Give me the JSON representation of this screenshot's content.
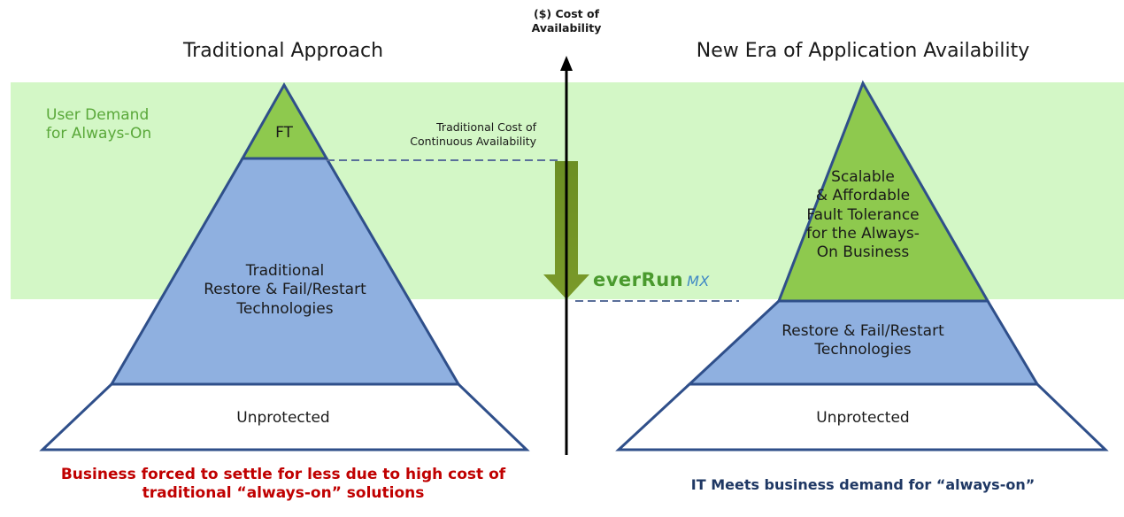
{
  "axis": {
    "label_line1": "($) Cost of",
    "label_line2": "Availability"
  },
  "user_demand": {
    "line1": "User Demand",
    "line2": "for Always-On"
  },
  "left": {
    "title": "Traditional Approach",
    "tiers": {
      "top": "FT",
      "middle": [
        "Traditional",
        "Restore & Fail/Restart",
        "Technologies"
      ],
      "bottom": "Unprotected"
    },
    "caption": [
      "Business forced to settle for less due to high cost of",
      "traditional “always-on” solutions"
    ]
  },
  "right": {
    "title": "New Era of Application Availability",
    "tiers": {
      "top": [
        "Scalable",
        "& Affordable",
        "Fault Tolerance",
        "for the Always-",
        "On Business"
      ],
      "middle": [
        "Restore & Fail/Restart",
        "Technologies"
      ],
      "bottom": "Unprotected"
    },
    "caption": "IT Meets business demand for “always-on”"
  },
  "annotation": [
    "Traditional Cost of",
    "Continuous Availability"
  ],
  "logo": {
    "brand": "everRun",
    "suffix": "MX"
  },
  "colors": {
    "demand_band": "#d3f7c6",
    "green_tier": "#8ec94e",
    "blue_tier": "#8fb0e0",
    "outline": "#2f4f8a",
    "arrow_green": "#6b8e23",
    "caption_red": "#c00000",
    "caption_blue": "#1f3864"
  }
}
